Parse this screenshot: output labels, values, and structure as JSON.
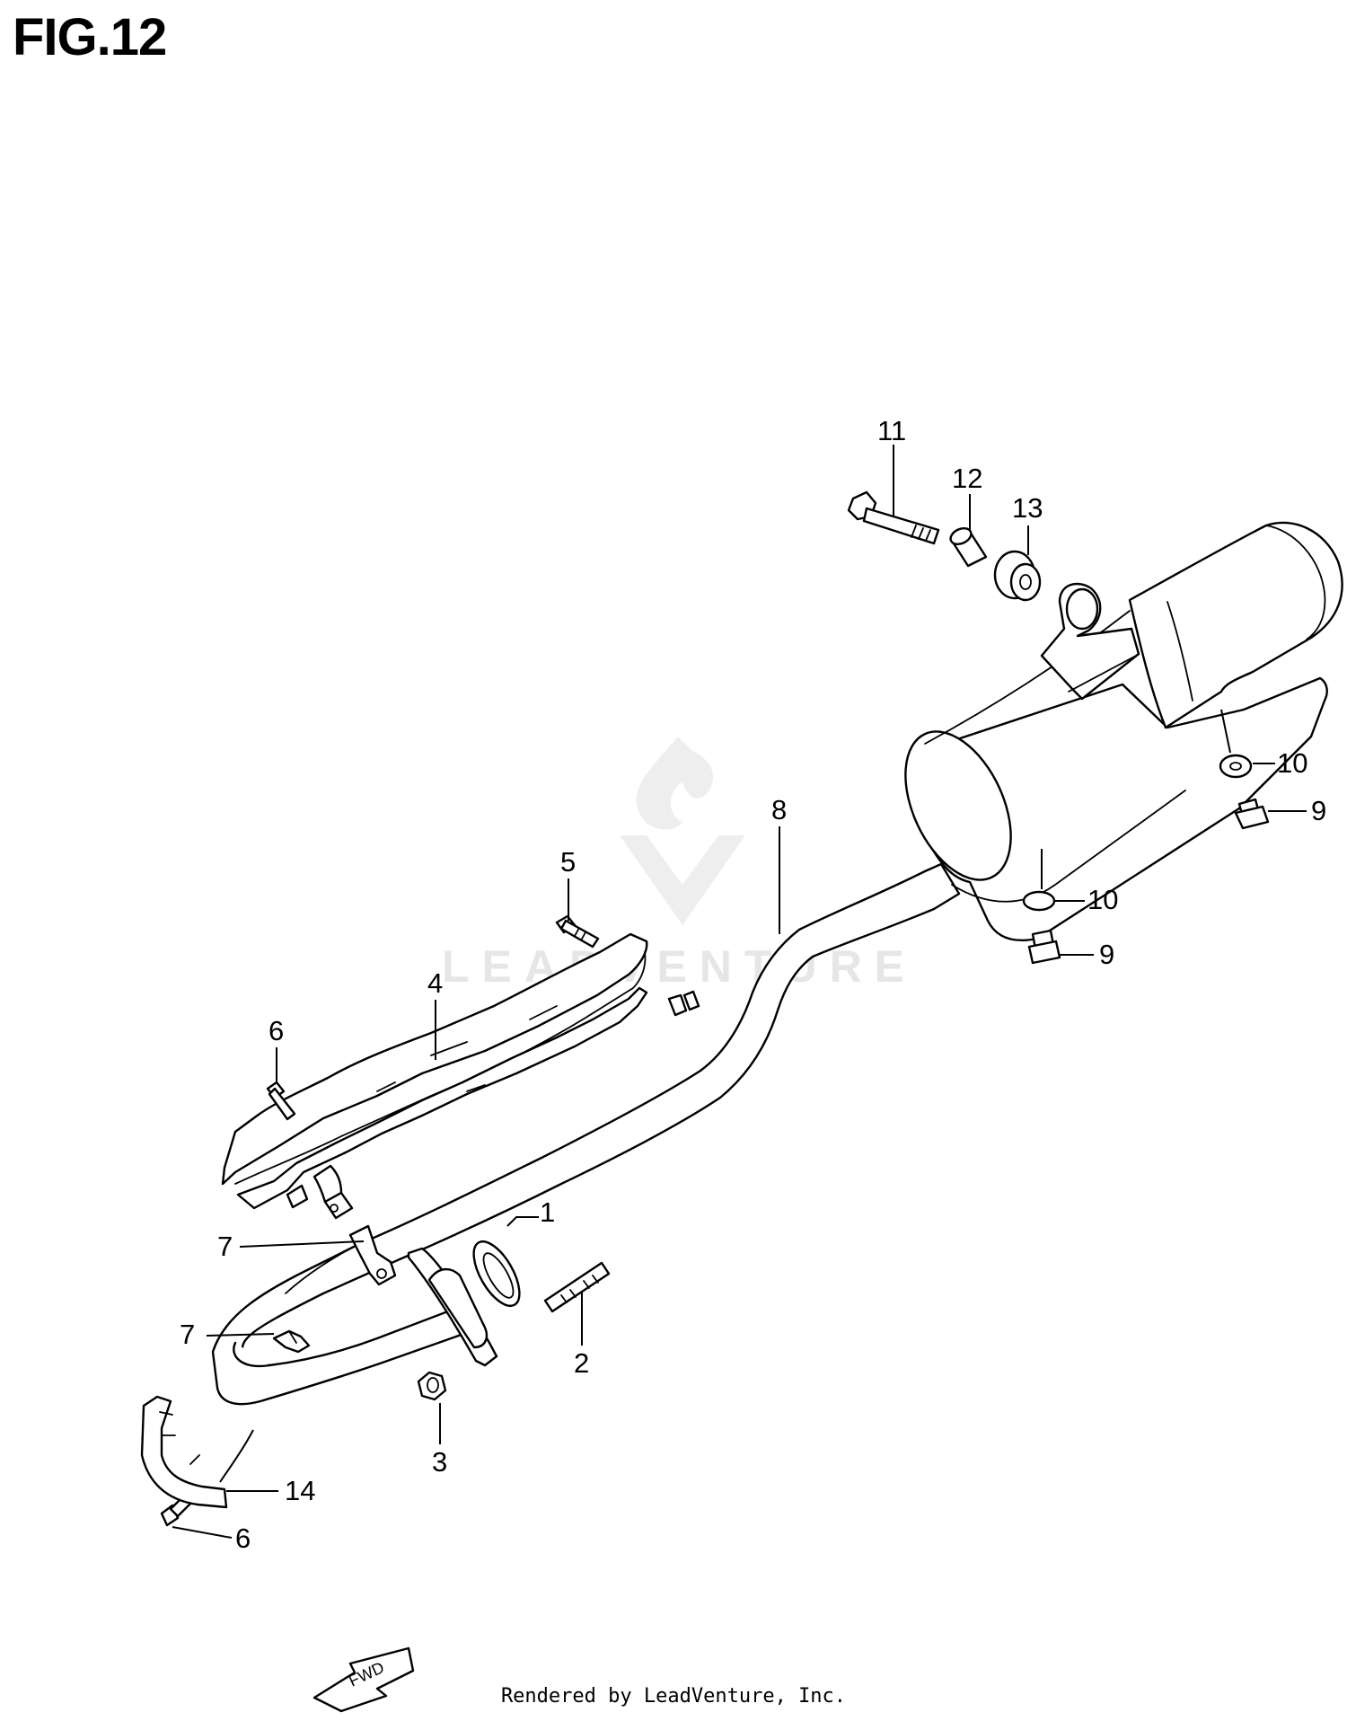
{
  "figure": {
    "title": "FIG.12"
  },
  "watermark": {
    "text": "LEADVENTURE"
  },
  "credit": {
    "text": "Rendered by LeadVenture, Inc."
  },
  "direction_arrow": {
    "label": "FWD"
  },
  "callouts": [
    {
      "id": "1",
      "label": "1",
      "part": "exhaust gasket"
    },
    {
      "id": "2",
      "label": "2",
      "part": "stud"
    },
    {
      "id": "3",
      "label": "3",
      "part": "nut"
    },
    {
      "id": "4",
      "label": "4",
      "part": "heat shield"
    },
    {
      "id": "5",
      "label": "5",
      "part": "bolt"
    },
    {
      "id": "6a",
      "label": "6",
      "part": "screw"
    },
    {
      "id": "6b",
      "label": "6",
      "part": "screw"
    },
    {
      "id": "7a",
      "label": "7",
      "part": "clamp"
    },
    {
      "id": "7b",
      "label": "7",
      "part": "clamp"
    },
    {
      "id": "8",
      "label": "8",
      "part": "muffler"
    },
    {
      "id": "9a",
      "label": "9",
      "part": "bolt"
    },
    {
      "id": "9b",
      "label": "9",
      "part": "bolt"
    },
    {
      "id": "10a",
      "label": "10",
      "part": "washer"
    },
    {
      "id": "10b",
      "label": "10",
      "part": "washer"
    },
    {
      "id": "11",
      "label": "11",
      "part": "mounting bolt"
    },
    {
      "id": "12",
      "label": "12",
      "part": "spacer"
    },
    {
      "id": "13",
      "label": "13",
      "part": "cushion"
    },
    {
      "id": "14",
      "label": "14",
      "part": "protector"
    }
  ]
}
